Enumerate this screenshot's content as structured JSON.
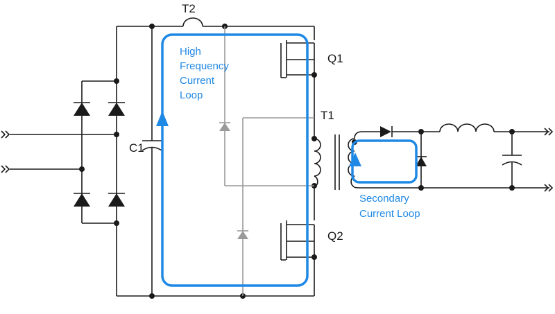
{
  "labels": {
    "t2": "T2",
    "t1": "T1",
    "q1": "Q1",
    "q2": "Q2",
    "c1": "C1"
  },
  "annotations": {
    "hf_loop": [
      "High",
      "Frequency",
      "Current",
      "Loop"
    ],
    "secondary_loop": [
      "Secondary",
      "Current Loop"
    ]
  },
  "colors": {
    "wire": "#1a1a1a",
    "auxiliary": "#9a9a9a",
    "loop": "#1e88e5"
  }
}
